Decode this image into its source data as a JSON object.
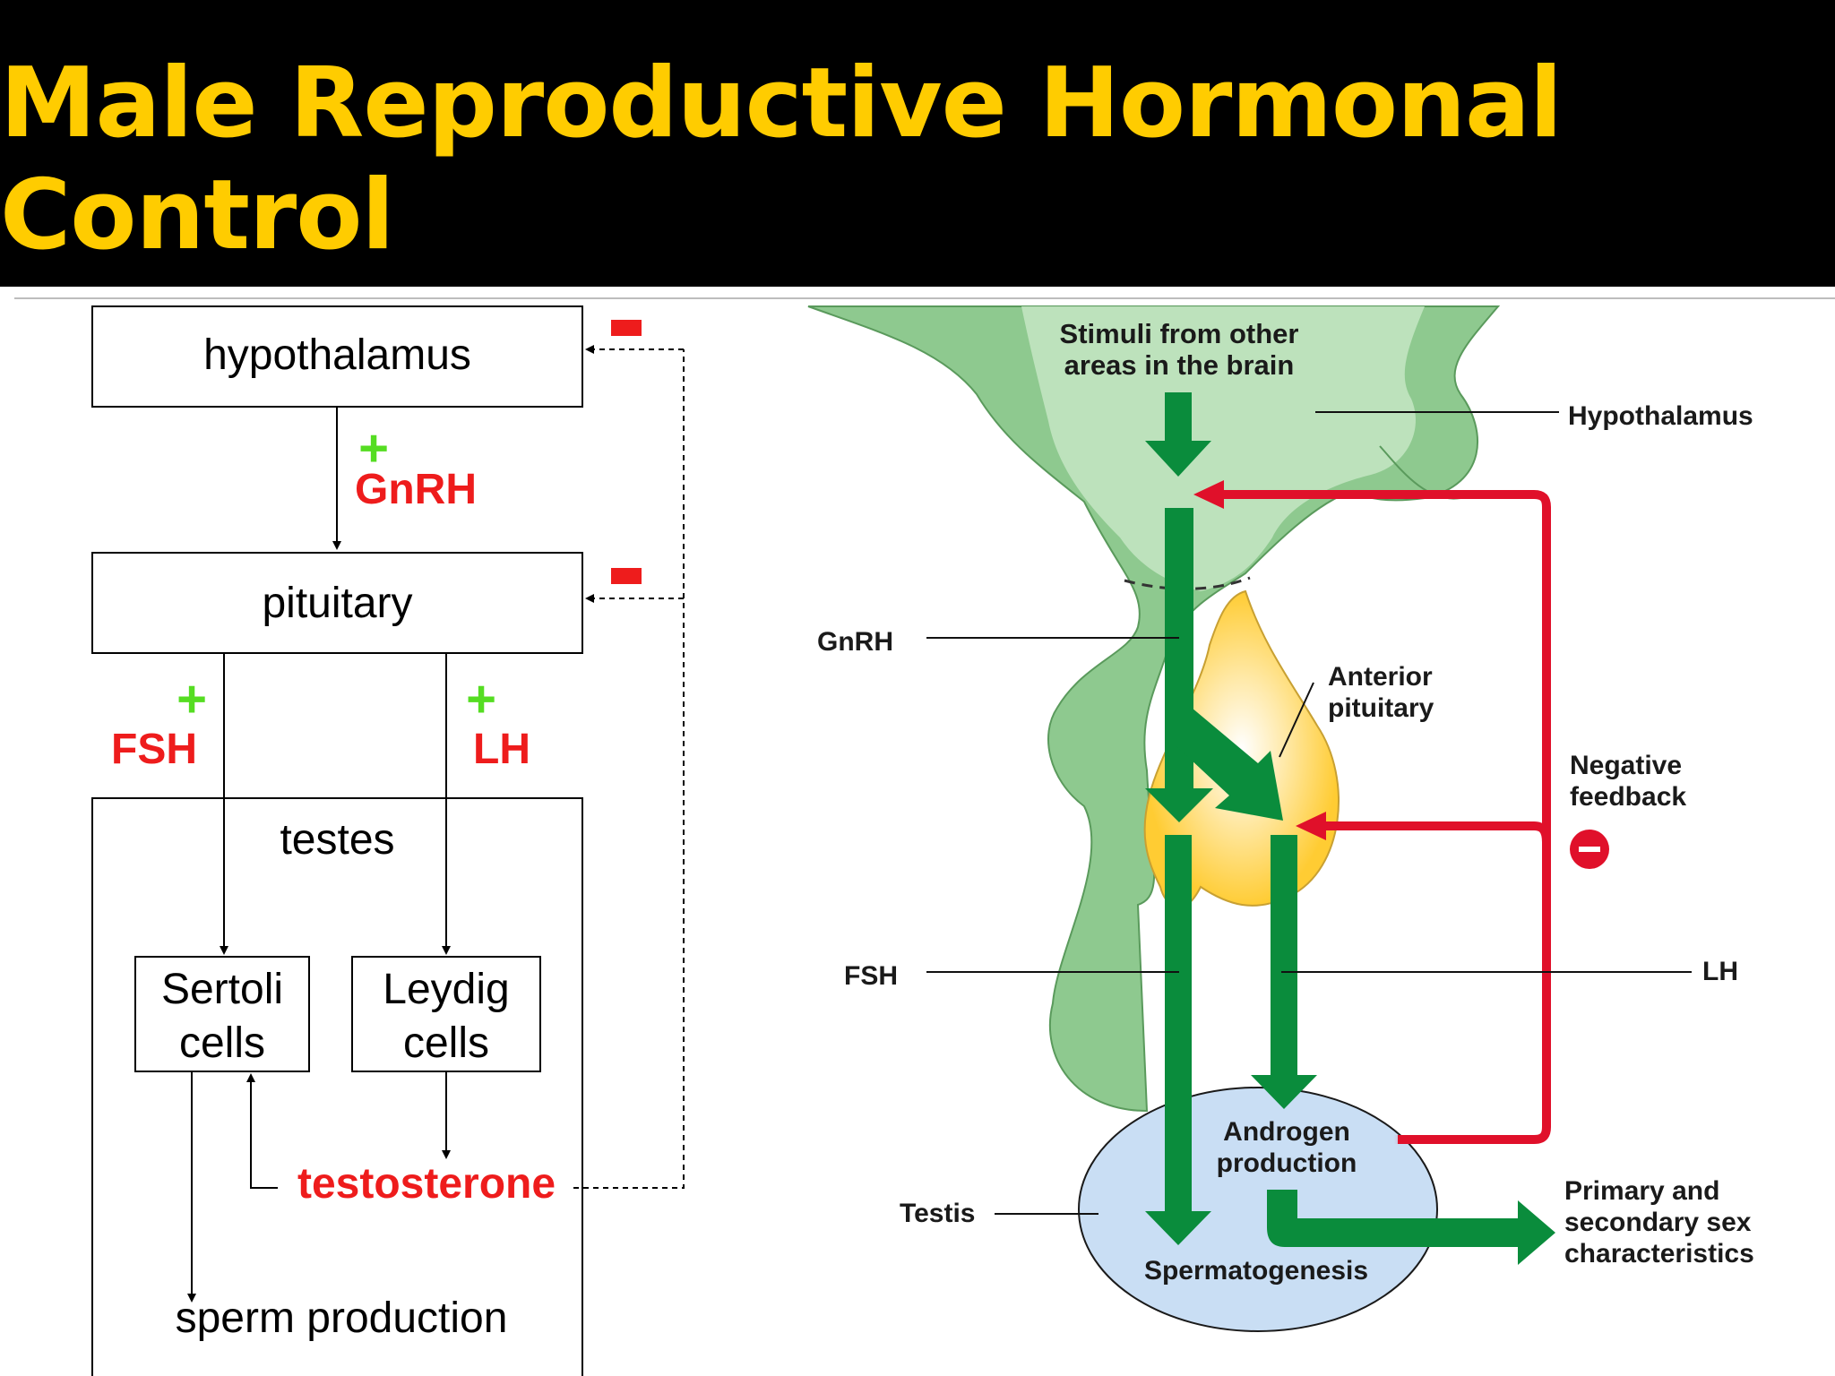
{
  "title": "Male Reproductive Hormonal Control",
  "colors": {
    "title": "#ffcc00",
    "title_bar": "#000000",
    "hormone_label": "#ee1c1c",
    "stimulate_sign": "#55dd22",
    "inhibit_sign": "#ee1c1c",
    "hormone_arrow": "#0a8c3c",
    "feedback_arrow": "#e0102a",
    "brain": "#8ec98f",
    "pituitary": "#ffcc33",
    "testis": "#c9def4"
  },
  "flowchart": {
    "hypothalamus": "hypothalamus",
    "pituitary": "pituitary",
    "testes": "testes",
    "sertoli_line1": "Sertoli",
    "sertoli_line2": "cells",
    "leydig_line1": "Leydig",
    "leydig_line2": "cells",
    "sperm_production": "sperm production",
    "testosterone": "testosterone",
    "gnrh": "GnRH",
    "fsh": "FSH",
    "lh": "LH",
    "plus": "+",
    "minus": "−"
  },
  "illustration": {
    "stimuli_line1": "Stimuli from other",
    "stimuli_line2": "areas in the brain",
    "hypothalamus": "Hypothalamus",
    "gnrh": "GnRH",
    "anterior_line1": "Anterior",
    "anterior_line2": "pituitary",
    "negative_line1": "Negative",
    "negative_line2": "feedback",
    "fsh": "FSH",
    "lh": "LH",
    "androgen_line1": "Androgen",
    "androgen_line2": "production",
    "testis": "Testis",
    "spermatogenesis": "Spermatogenesis",
    "primary_line1": "Primary and",
    "primary_line2": "secondary sex",
    "primary_line3": "characteristics",
    "minus_sign": "−"
  }
}
